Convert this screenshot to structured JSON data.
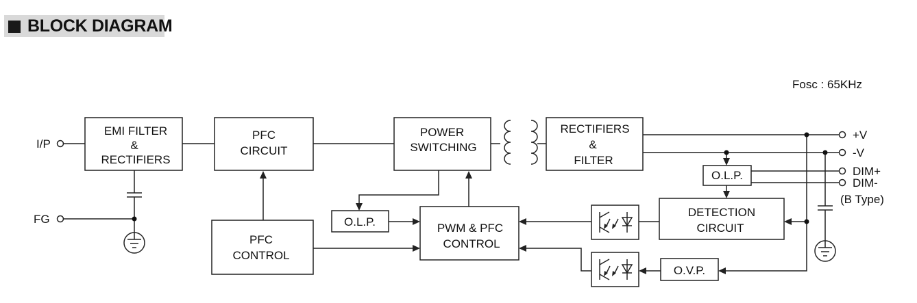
{
  "header": {
    "title": "BLOCK DIAGRAM"
  },
  "note": "Fosc : 65KHz",
  "terminals": {
    "input": "I/P",
    "frame_ground": "FG",
    "plus_v": "+V",
    "minus_v": "-V",
    "dim_plus": "DIM+",
    "dim_minus": "DIM-",
    "b_type": "(B Type)"
  },
  "blocks": {
    "emi": [
      "EMI FILTER",
      "&",
      "RECTIFIERS"
    ],
    "pfc_circuit": [
      "PFC",
      "CIRCUIT"
    ],
    "power_switching": [
      "POWER",
      "SWITCHING"
    ],
    "rectifiers_filter": [
      "RECTIFIERS",
      "&",
      "FILTER"
    ],
    "olp_output": "O.L.P.",
    "detection": [
      "DETECTION",
      "CIRCUIT"
    ],
    "olp_primary": "O.L.P.",
    "pwm_pfc": [
      "PWM & PFC",
      "CONTROL"
    ],
    "pfc_control": [
      "PFC",
      "CONTROL"
    ],
    "ovp": "O.V.P."
  }
}
